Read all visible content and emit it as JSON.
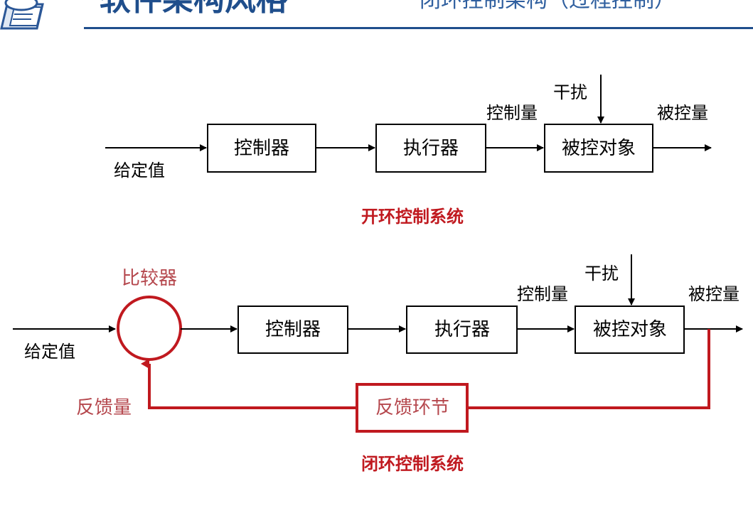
{
  "header": {
    "title": "软件架构风格",
    "subtitle": "闭环控制架构（过程控制）"
  },
  "open_loop": {
    "caption": "开环控制系统",
    "input_label": "给定值",
    "blocks": {
      "controller": "控制器",
      "actuator": "执行器",
      "plant": "被控对象"
    },
    "control_signal": "控制量",
    "disturbance": "干扰",
    "output_label": "被控量"
  },
  "closed_loop": {
    "caption": "闭环控制系统",
    "input_label": "给定值",
    "comparator": "比较器",
    "blocks": {
      "controller": "控制器",
      "actuator": "执行器",
      "plant": "被控对象",
      "feedback": "反馈环节"
    },
    "control_signal": "控制量",
    "disturbance": "干扰",
    "output_label": "被控量",
    "feedback_signal": "反馈量"
  },
  "colors": {
    "title": "#1f4e8c",
    "accent_red": "#c0191f",
    "feedback_label": "#b5474d",
    "line": "#000000"
  }
}
